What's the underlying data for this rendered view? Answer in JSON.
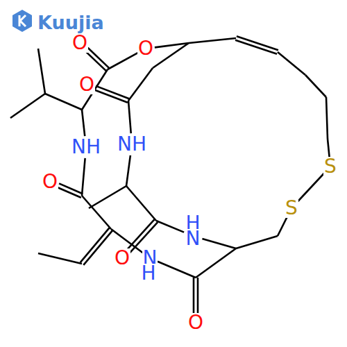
{
  "diagram": {
    "labels": [
      "Kuujia",
      "O",
      "O",
      "O",
      "NH",
      "NH",
      "O",
      "S",
      "S",
      "H",
      "N",
      "O",
      "N",
      "H",
      "O"
    ]
  }
}
